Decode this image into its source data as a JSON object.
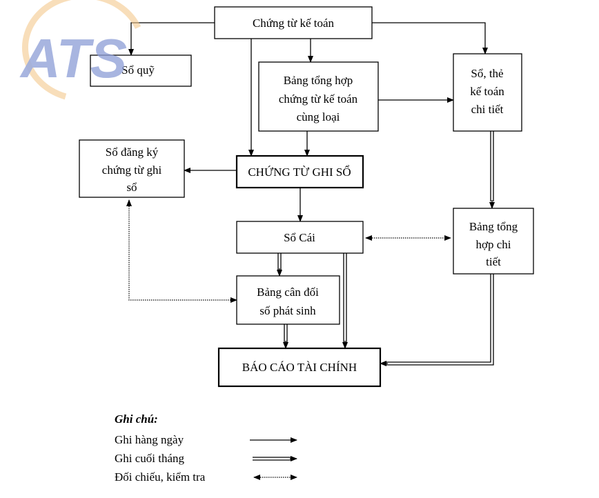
{
  "logo": {
    "text": "ATS",
    "colors": {
      "letters": "#8e9fd6",
      "swoosh": "#f3c98b"
    }
  },
  "nodes": {
    "chung_tu_ke_toan": "Chứng từ kế toán",
    "so_quy": "Sổ quỹ",
    "bang_tong_hop_chung_tu": [
      "Bảng tổng hợp",
      "chứng từ kế toán",
      "cùng loại"
    ],
    "so_the_chi_tiet": [
      "Sổ, thẻ",
      "kế toán",
      "chi tiết"
    ],
    "so_dang_ky": [
      "Sổ đăng ký",
      "chứng từ ghi",
      "sổ"
    ],
    "chung_tu_ghi_so": "CHỨNG TỪ GHI SỔ",
    "so_cai": "Sổ Cái",
    "bang_tong_hop_chi_tiet": [
      "Bảng tổng",
      "hợp chi",
      "tiết"
    ],
    "bang_can_doi": [
      "Bảng cân đối",
      "số phát sinh"
    ],
    "bao_cao_tai_chinh": "BÁO CÁO TÀI CHÍNH"
  },
  "legend": {
    "title": "Ghi chú:",
    "items": [
      {
        "label": "Ghi hàng ngày",
        "style": "single-arrow"
      },
      {
        "label": "Ghi cuối tháng",
        "style": "double-arrow"
      },
      {
        "label": "Đối chiếu, kiểm tra",
        "style": "dotted-bidirectional-arrow"
      }
    ]
  }
}
